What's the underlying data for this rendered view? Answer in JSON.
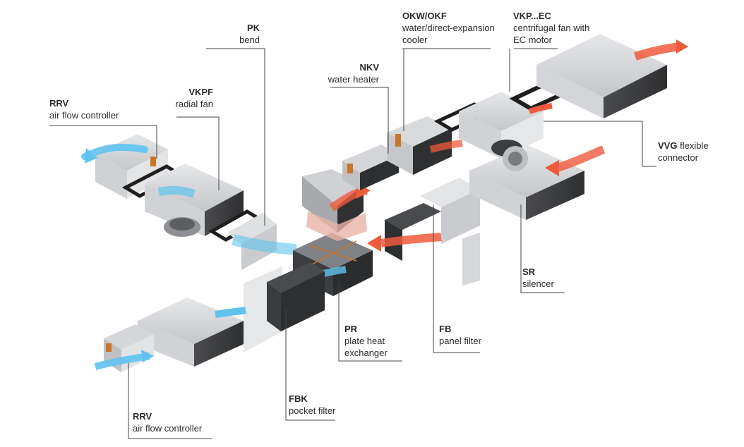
{
  "colors": {
    "panel_light": "#d9dadc",
    "panel_mid": "#b9bbbe",
    "panel_dark": "#3c3d40",
    "frame_black": "#1e1e1f",
    "airflow_cold": "#5fc3ee",
    "airflow_hot": "#f05a3c",
    "pipe_copper": "#c8752a",
    "leader_line": "#444444"
  },
  "components": [
    {
      "id": "rrv-top",
      "code": "RRV",
      "desc": "air flow controller"
    },
    {
      "id": "vkpf",
      "code": "VKPF",
      "desc": "radial fan"
    },
    {
      "id": "pk",
      "code": "PK",
      "desc": "bend"
    },
    {
      "id": "nkv",
      "code": "NKV",
      "desc": "water heater"
    },
    {
      "id": "okw",
      "code": "OKW/OKF",
      "desc1": "water/direct-expansion",
      "desc2": "cooler"
    },
    {
      "id": "vkp",
      "code": "VKP...EC",
      "desc1": "centrifugal fan with",
      "desc2": "EC motor"
    },
    {
      "id": "vvg",
      "code": "VVG",
      "desc1": "flexible",
      "desc2": "connector"
    },
    {
      "id": "sr",
      "code": "SR",
      "desc": "silencer"
    },
    {
      "id": "pr",
      "code": "PR",
      "desc1": "plate heat",
      "desc2": "exchanger"
    },
    {
      "id": "fb",
      "code": "FB",
      "desc": "panel filter"
    },
    {
      "id": "fbk",
      "code": "FBK",
      "desc": "pocket filter"
    },
    {
      "id": "rrv-bottom",
      "code": "RRV",
      "desc": "air flow controller"
    }
  ]
}
